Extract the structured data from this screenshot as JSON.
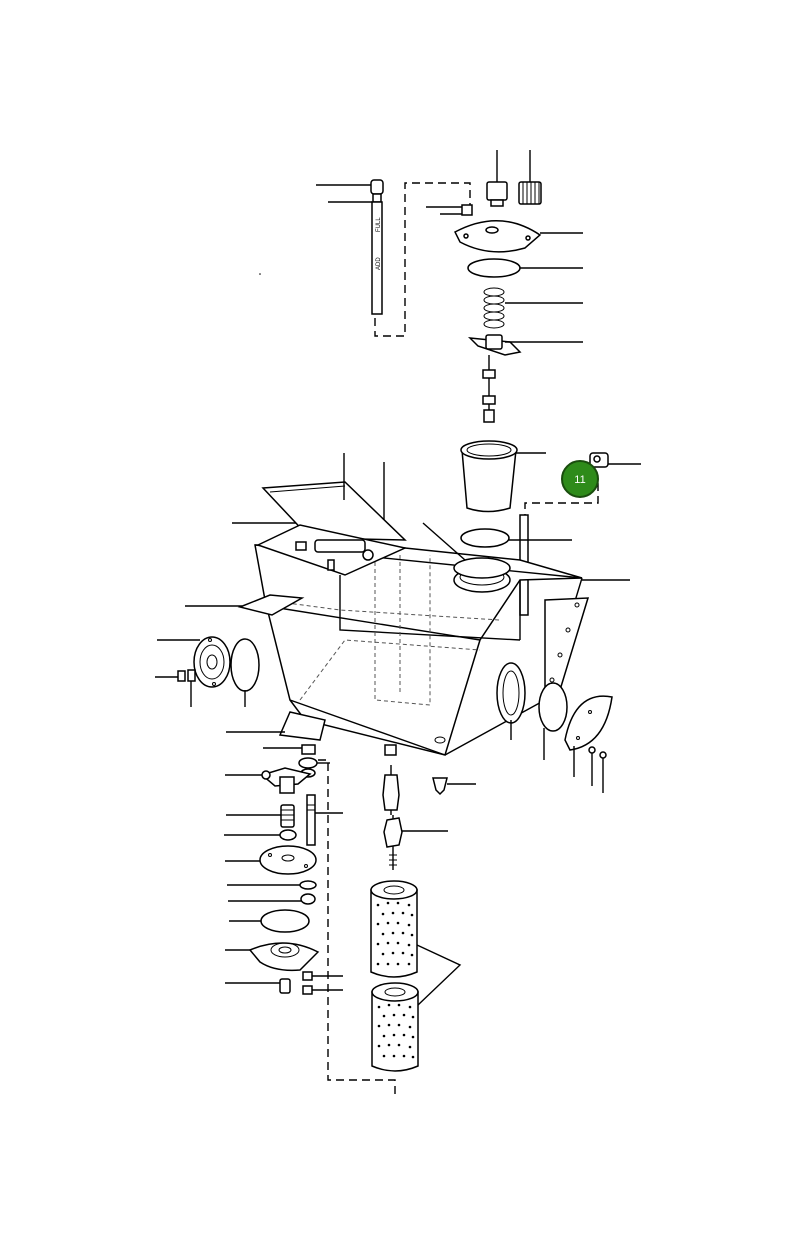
{
  "diagram": {
    "callout": {
      "number": "11",
      "color": "#2e8b1a",
      "border": "#1a4d0e"
    },
    "dipstick": {
      "mark_full": "FULL",
      "mark_add": "ADD"
    }
  }
}
